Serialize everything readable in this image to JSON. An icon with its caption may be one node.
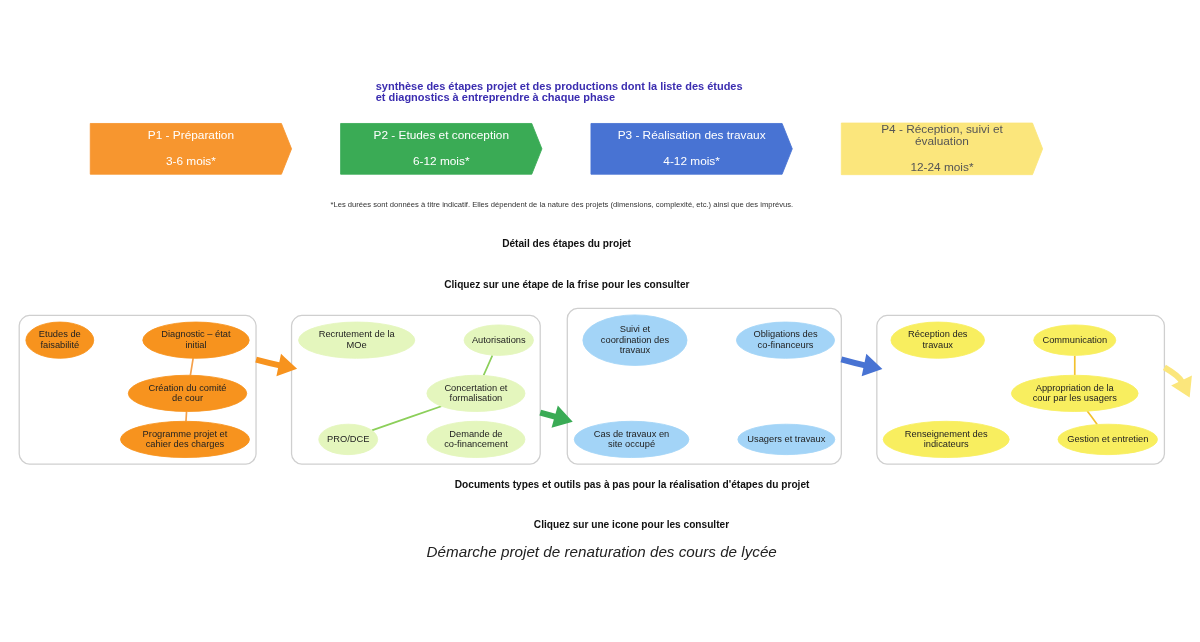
{
  "diagram": {
    "caption": "Démarche projet de renaturation des cours de lycée",
    "nodes": [
      {
        "text": [
          "P1 - Préparation",
          "3-6 mois*"
        ]
      },
      {
        "text": [
          "P2 - Etudes et conception",
          "6-12 mois*"
        ]
      },
      {
        "text": [
          "P3 - Réalisation des travaux",
          "4-12 mois*"
        ]
      },
      {
        "text": [
          "P4 - Réception, suivi et évaluation",
          "12-24 mois*"
        ]
      },
      {
        "text": [],
        "shape": "box"
      },
      {
        "text": [
          "Etudes de faisabilité"
        ],
        "in": 4
      },
      {
        "text": [
          "Diagnostic – état initial"
        ],
        "in": 4
      },
      {
        "text": [
          "Création du comité de cour"
        ],
        "in": 4
      },
      {
        "text": [
          "Programme projet et cahier des charges"
        ],
        "in": 4
      },
      {
        "text": [],
        "shape": "box"
      },
      {
        "text": [
          "Recrutement de la MOe"
        ],
        "in": 9
      },
      {
        "text": [
          "Autorisations"
        ],
        "in": 9
      },
      {
        "text": [
          "Concertation et formalisation"
        ],
        "in": 9
      },
      {
        "text": [
          "PRO/DCE"
        ],
        "in": 9
      },
      {
        "text": [
          "Demande de co-financement"
        ],
        "in": 9
      },
      {
        "text": [],
        "shape": "box"
      },
      {
        "text": [
          "Suivi et coordination des travaux"
        ],
        "in": 15
      },
      {
        "text": [
          "Obligations des co-financeurs"
        ],
        "in": 15
      },
      {
        "text": [
          "Cas de travaux en site occupé"
        ],
        "in": 15
      },
      {
        "text": [
          "Usagers et travaux"
        ],
        "in": 15
      },
      {
        "text": [],
        "shape": "box"
      },
      {
        "text": [
          "Réception des travaux"
        ],
        "in": 20
      },
      {
        "text": [
          "Communication"
        ],
        "in": 20
      },
      {
        "text": [
          "Appropriation de la cour par les usagers"
        ],
        "in": 20
      },
      {
        "text": [
          "Renseignement des indicateurs"
        ],
        "in": 20
      },
      {
        "text": [
          "Gestion et entretien"
        ],
        "in": 20
      }
    ],
    "edges": [
      {
        "from": 6,
        "to": 7,
        "arrow": "none",
        "color": "#f5a04a"
      },
      {
        "from": 7,
        "to": 8,
        "arrow": "none",
        "color": "#f5a04a"
      },
      {
        "from": 11,
        "to": 12,
        "arrow": "none",
        "color": "#8ccf5a"
      },
      {
        "from": 12,
        "to": 13,
        "arrow": "none",
        "color": "#8ccf5a"
      },
      {
        "from": 22,
        "to": 23,
        "arrow": "none",
        "color": "#f2c12e"
      },
      {
        "from": 23,
        "to": 25,
        "arrow": "none",
        "color": "#f2c12e"
      },
      {
        "from": 4,
        "to": 9,
        "arrow": "to",
        "style": "thick",
        "color": "#f7931e"
      },
      {
        "from": 9,
        "to": 15,
        "arrow": "to",
        "style": "thick",
        "color": "#3aab55"
      },
      {
        "from": 15,
        "to": 20,
        "arrow": "to",
        "style": "thick",
        "color": "#4873d3"
      },
      {
        "from": 20,
        "to": null,
        "arrow": "to",
        "style": "thick",
        "color": "#fbe67c"
      }
    ],
    "labels": [
      "synthèse des étapes projet et des productions dont la liste des études et diagnostics à entreprendre à chaque phase",
      "*Les durées sont données à titre indicatif. Elles dépendent de la nature des projets (dimensions, complexité, etc.) ainsi que des imprévus.",
      "Détail des étapes du projet",
      "Cliquez sur une étape de la frise pour les consulter",
      "Documents types et outils pas à pas pour la réalisation d'étapes du projet",
      "Cliquez sur une icone pour les consulter"
    ]
  }
}
